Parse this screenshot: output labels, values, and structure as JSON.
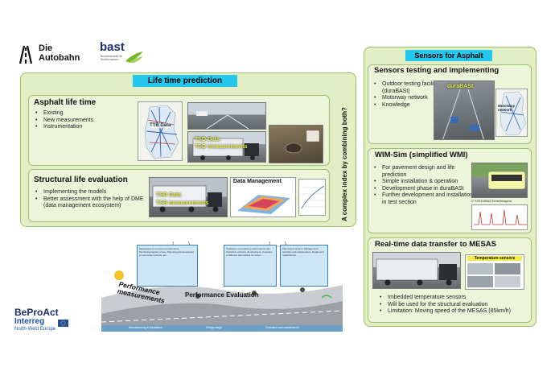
{
  "logos": {
    "autobahn_line1": "Die",
    "autobahn_line2": "Autobahn",
    "bast_name": "bast",
    "bast_subtitle": "Bundesanstalt für Straßenwesen",
    "beproact": "BeProAct",
    "interreg": "Interreg",
    "interreg_region": "North-West Europe"
  },
  "lifetime": {
    "title": "Life time prediction",
    "side_question": "A complex index by combining both?",
    "asphalt": {
      "title": "Asphalt life time",
      "items": [
        "Existing",
        "New measurements",
        "Instrumentation"
      ],
      "map_label": "TTB Data",
      "photo_label_1": "TSD Data",
      "photo_label_2": "TSD measurements"
    },
    "structural": {
      "title": "Structural life evaluation",
      "items": [
        "Implementing the models",
        "Better assessment with the help of DME (data management ecosystem)"
      ],
      "photo_label_1": "TSD Data",
      "photo_label_2": "TSD measurements",
      "dm_title": "Data Management"
    }
  },
  "sensors": {
    "title": "Sensors for Asphalt",
    "testing": {
      "title": "Sensors testing and implementing",
      "items": [
        "Outdoor testing facility (duraBASt)",
        "Motorway network",
        "Knowledge"
      ],
      "photo_label": "duraBASt",
      "map_label": "Motorway network"
    },
    "wim": {
      "title": "WIM-Sim (simplified WMI)",
      "items": [
        "For pavement design and life prediction",
        "Simple installation & operation",
        "Development phase in duraBASt",
        "Further development and installation in test section"
      ],
      "credit": "© STEDI/BAST/intelimagem"
    },
    "realtime": {
      "title": "Real-time data transfer to MESAS",
      "temp_label": "Temperature sensors",
      "items": [
        "Imbedded temperature sensors",
        "Will be used for the structural evaluation",
        "Limitation: Moving speed of the MESAS (85km/h)"
      ]
    }
  },
  "diagram": {
    "performance_measurements": "Performance measurements",
    "performance_evaluation": "Performance Evaluation",
    "stage_1": "Measurement of current performance. Monitoring/registry of key. Planning and developing of new local methods, etc.",
    "stage_2": "Prediction of remaining useful service-life. Prediction of future development. Overview of different alternatives for action.",
    "stage_3": "Planning of actions. Management activities and maintenance. Reuse and redistribution.",
    "ribbon_1": "Manufacturing & installation",
    "ribbon_2": "Design stage",
    "ribbon_3": "Operation and maintenance"
  }
}
